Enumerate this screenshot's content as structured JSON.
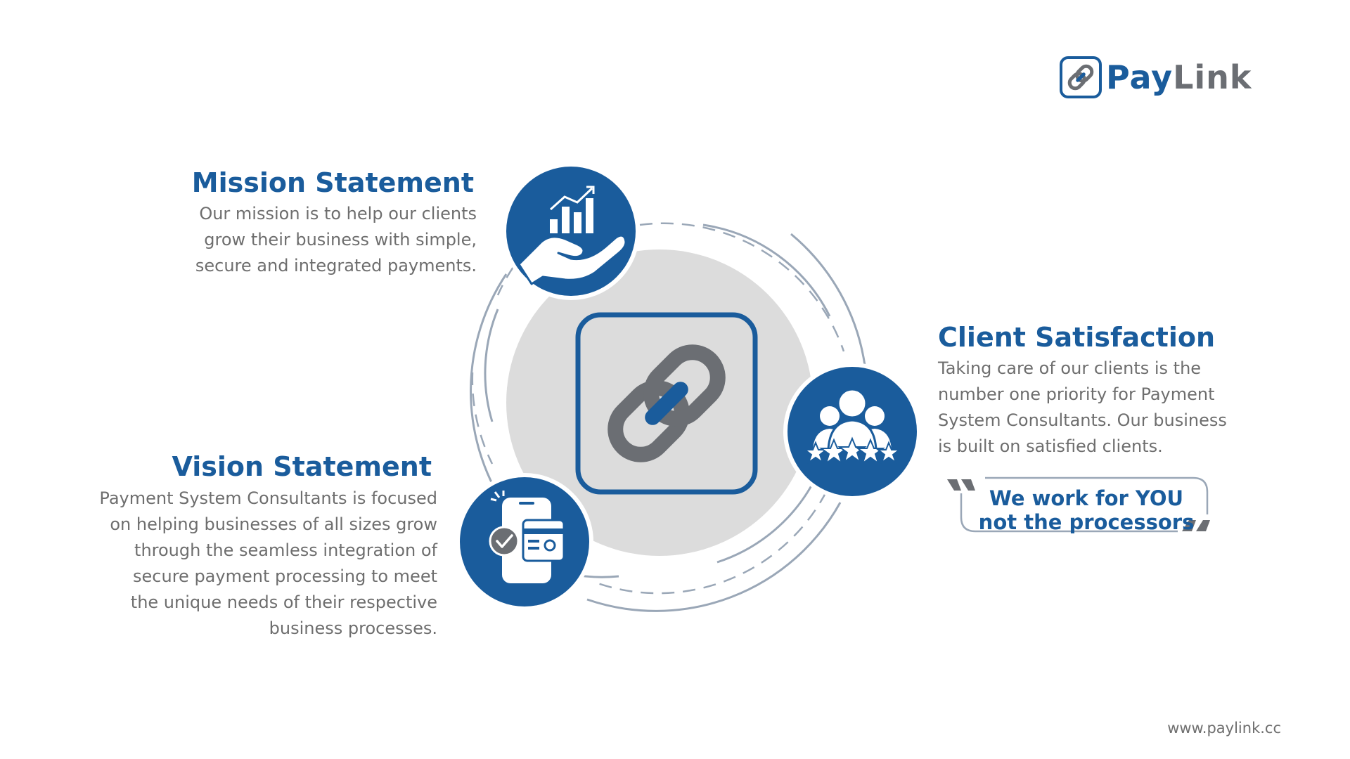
{
  "logo": {
    "word_part_1": "Pay",
    "word_part_2": "Link",
    "icon": "chain-link-icon"
  },
  "mission": {
    "heading": "Mission Statement",
    "lines": [
      "Our mission is to help our clients",
      "grow their business with simple,",
      "secure and integrated payments."
    ],
    "icon": "hand-growth-chart-icon"
  },
  "vision": {
    "heading": "Vision Statement",
    "lines": [
      "Payment System Consultants is focused",
      "on helping businesses of all sizes grow",
      "through the seamless integration of",
      "secure payment processing to meet",
      "the unique needs of their respective",
      "business processes."
    ],
    "icon": "mobile-payment-check-icon"
  },
  "client": {
    "heading": "Client Satisfaction",
    "lines": [
      "Taking care of our clients is the",
      "number one priority for Payment",
      "System Consultants. Our business",
      "is built on satisfied clients."
    ],
    "icon": "people-five-stars-icon"
  },
  "quote": {
    "lines": [
      "We work for YOU",
      "not the processors"
    ],
    "icon_open": "open-quote-icon",
    "icon_close": "close-quote-icon"
  },
  "center": {
    "icon": "chain-link-icon"
  },
  "footer": {
    "url": "www.paylink.cc"
  },
  "colors": {
    "brand_blue": "#1a5c9c",
    "brand_gray": "#6b6e73",
    "circle_fill": "#dcdcdc",
    "ring_stroke": "#9aa7b7",
    "body_text": "#6e6e6e"
  }
}
